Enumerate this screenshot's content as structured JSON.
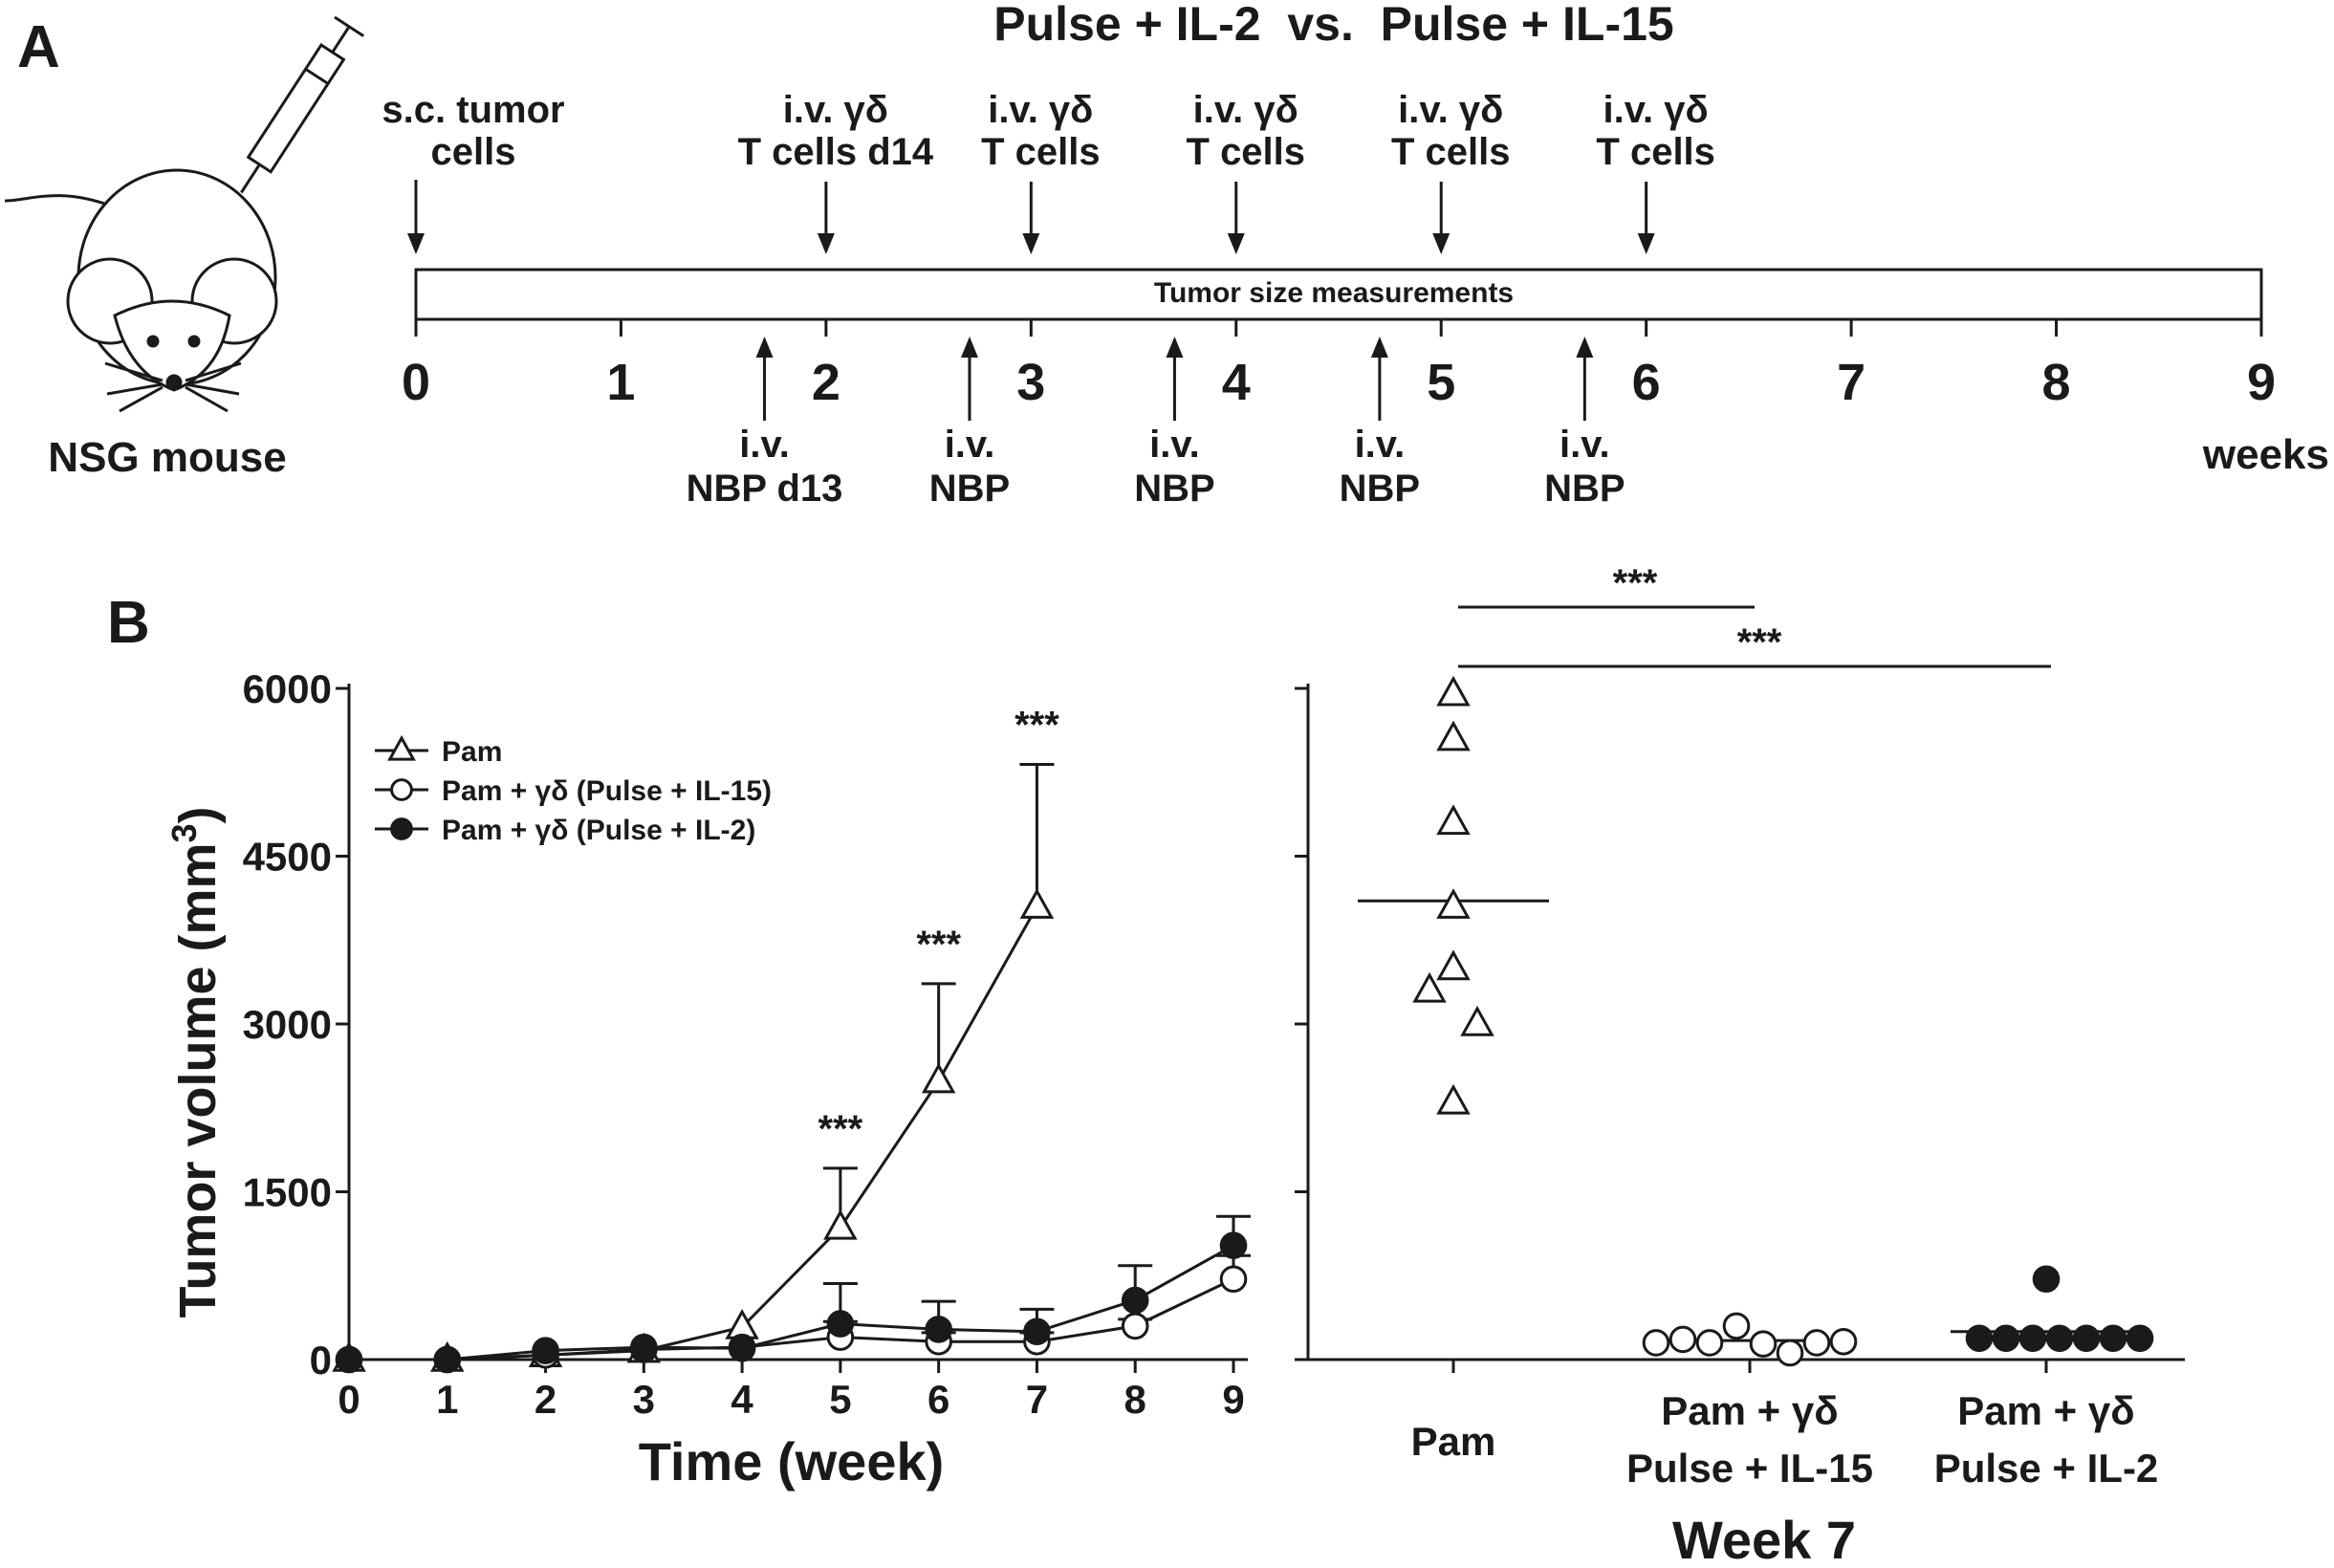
{
  "panel_a": {
    "label": "A",
    "title": "Pulse + IL-2  vs.  Pulse + IL-15",
    "mouse_label": "NSG mouse",
    "mouse_icon": "mouse-with-syringe-icon",
    "bar_label": "Tumor size measurements",
    "week_ticks": [
      "0",
      "1",
      "2",
      "3",
      "4",
      "5",
      "6",
      "7",
      "8",
      "9"
    ],
    "weeks_unit": "weeks",
    "top_events": [
      {
        "week": 0,
        "line1": "s.c. tumor",
        "line2": "cells"
      },
      {
        "week": 2,
        "line1": "i.v. γδ",
        "line2": "T cells d14"
      },
      {
        "week": 3,
        "line1": "i.v. γδ",
        "line2": "T cells"
      },
      {
        "week": 4,
        "line1": "i.v. γδ",
        "line2": "T cells"
      },
      {
        "week": 5,
        "line1": "i.v. γδ",
        "line2": "T cells"
      },
      {
        "week": 6,
        "line1": "i.v. γδ",
        "line2": "T cells"
      }
    ],
    "bottom_events": [
      {
        "week": 1.7,
        "line1": "i.v.",
        "line2": "NBP d13"
      },
      {
        "week": 2.7,
        "line1": "i.v.",
        "line2": "NBP"
      },
      {
        "week": 3.7,
        "line1": "i.v.",
        "line2": "NBP"
      },
      {
        "week": 4.7,
        "line1": "i.v.",
        "line2": "NBP"
      },
      {
        "week": 5.7,
        "line1": "i.v.",
        "line2": "NBP"
      }
    ]
  },
  "panel_b": {
    "label": "B",
    "sig_marker": "***",
    "week_label": "Week 7"
  },
  "chart_data": [
    {
      "type": "line",
      "xlabel": "Time (week)",
      "ylabel": "Tumor volume (mm",
      "ylabel_sup": "3",
      "ylabel_end": ")",
      "x": [
        0,
        1,
        2,
        3,
        4,
        5,
        6,
        7,
        8,
        9
      ],
      "xlim": [
        0,
        9
      ],
      "ylim": [
        0,
        6000
      ],
      "yticks": [
        0,
        1500,
        3000,
        4500,
        6000
      ],
      "legend_position": "top-left",
      "series": [
        {
          "name": "Pam",
          "marker": "open-triangle",
          "values": [
            0,
            0,
            40,
            80,
            290,
            1180,
            2490,
            4050,
            null,
            null
          ],
          "err": [
            0,
            0,
            0,
            0,
            0,
            530,
            870,
            1270,
            null,
            null
          ]
        },
        {
          "name": "Pam + γδ (Pulse + IL-15)",
          "marker": "open-circle",
          "values": [
            0,
            0,
            40,
            90,
            110,
            200,
            160,
            160,
            300,
            720
          ],
          "err": [
            0,
            0,
            0,
            0,
            0,
            140,
            80,
            80,
            60,
            210
          ]
        },
        {
          "name": "Pam + γδ (Pulse + IL-2)",
          "marker": "filled-circle",
          "values": [
            0,
            0,
            80,
            110,
            100,
            320,
            270,
            250,
            530,
            1020
          ],
          "err": [
            0,
            0,
            0,
            0,
            0,
            360,
            250,
            200,
            310,
            260
          ]
        }
      ],
      "significance": [
        {
          "x": 5,
          "label": "***"
        },
        {
          "x": 6,
          "label": "***"
        },
        {
          "x": 7,
          "label": "***"
        }
      ]
    },
    {
      "type": "scatter",
      "title": "Week 7",
      "categories": [
        "Pam",
        "Pam + γδ Pulse + IL-15",
        "Pam + γδ Pulse + IL-2"
      ],
      "category_lines": [
        [
          "Pam"
        ],
        [
          "Pam + γδ",
          "Pulse + IL-15"
        ],
        [
          "Pam + γδ",
          "Pulse + IL-2"
        ]
      ],
      "ylim": [
        0,
        6000
      ],
      "yticks": [
        0,
        1500,
        3000,
        4500,
        6000
      ],
      "series": [
        {
          "name": "Pam",
          "marker": "open-triangle",
          "values": [
            5950,
            5550,
            4800,
            4050,
            3500,
            3300,
            3000,
            2300
          ],
          "median": 4100
        },
        {
          "name": "Pam + γδ Pulse + IL-15",
          "marker": "open-circle",
          "values": [
            150,
            180,
            150,
            300,
            140,
            60,
            150,
            160
          ],
          "median": 170
        },
        {
          "name": "Pam + γδ Pulse + IL-2",
          "marker": "filled-circle",
          "values": [
            720,
            190,
            190,
            190,
            190,
            190,
            190,
            190
          ],
          "median": 250
        }
      ],
      "comparisons": [
        {
          "from": 0,
          "to": 1,
          "label": "***"
        },
        {
          "from": 0,
          "to": 2,
          "label": "***"
        }
      ]
    }
  ]
}
